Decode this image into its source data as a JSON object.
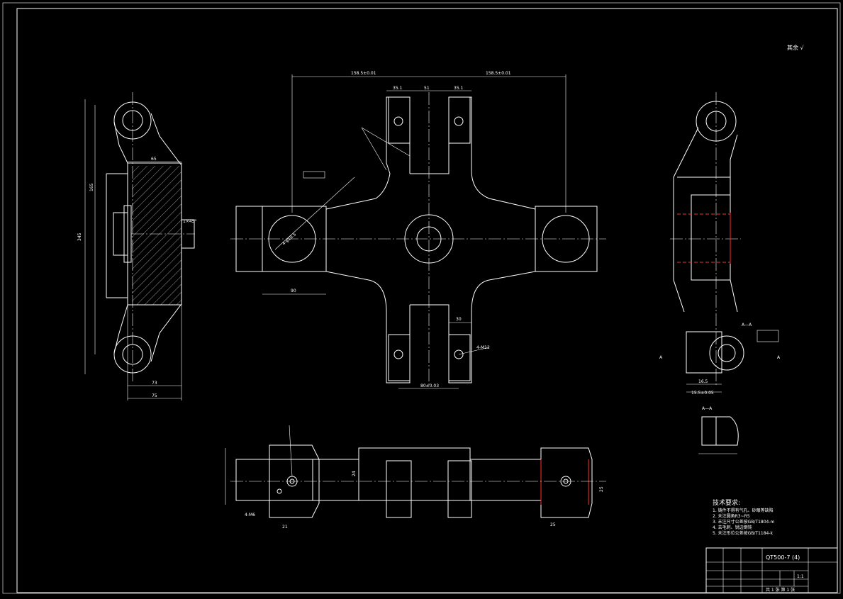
{
  "colors": {
    "background": "#000000",
    "line": "#ffffff",
    "hidden": "#ff3030"
  },
  "corner_note": "其余 √",
  "front_view": {
    "dims_top": [
      "158.5±0.01",
      "158.5±0.01"
    ],
    "dims_slot": [
      "35.1",
      "51",
      "35.1"
    ],
    "dim_span": "90",
    "dim_bottom": "80±0.03",
    "dim_boss": "30",
    "callout_thread": "4-M12",
    "callout_hole": "4-φ18.5"
  },
  "side_view": {
    "dims": [
      "65",
      "75",
      "73",
      "345",
      "165"
    ],
    "chamfer": "1×45°"
  },
  "right_view": {
    "section_callout": "A—A",
    "section_label_a": "A",
    "section_title": "A—A",
    "dims": [
      "16.5",
      "15.5±0.05"
    ]
  },
  "bottom_view": {
    "callout_thread": "4-M6",
    "dims": [
      "21",
      "25",
      "24",
      "25"
    ]
  },
  "tech_req": {
    "title": "技术要求:",
    "items": [
      "1. 铸件不得有气孔、砂眼等缺陷",
      "2. 未注圆角R3~R5",
      "3. 未注尺寸公差按GB/T1804-m",
      "4. 去毛刺、锐边倒钝",
      "5. 未注形位公差按GB/T1184-k"
    ]
  },
  "title_block": {
    "material": "QT500-7 (4)",
    "scale": "1:1",
    "sheet": "共 1 张  第 1 张"
  }
}
